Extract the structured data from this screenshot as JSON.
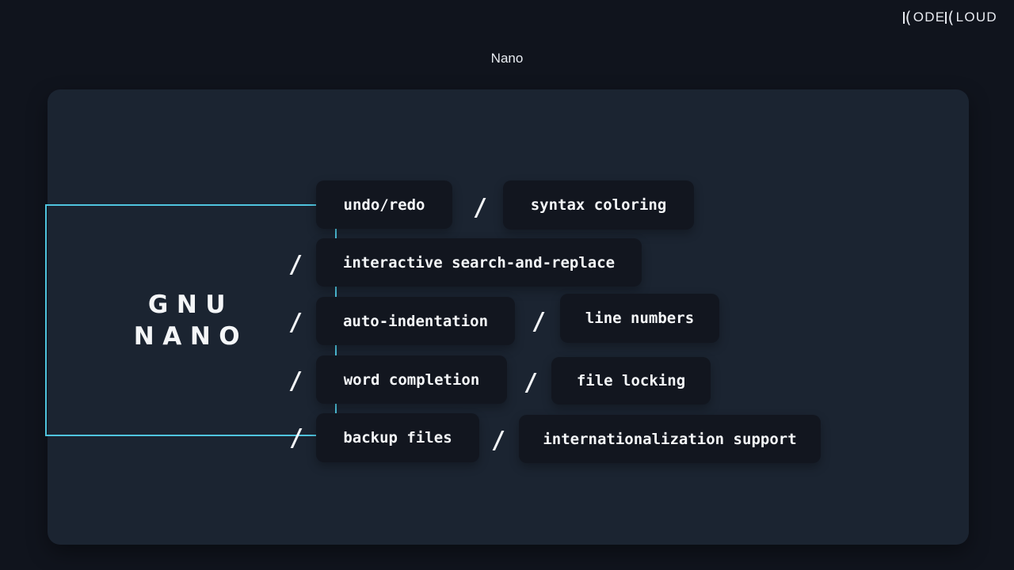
{
  "window": {
    "title": "Nano"
  },
  "brand": {
    "name": "KODEKLOUD",
    "k_glyph": "(",
    "segment1": "ODE",
    "segment2": "LOUD"
  },
  "diagram": {
    "root": {
      "line1": "GNU",
      "line2": "NANO"
    },
    "slash": "/",
    "features": {
      "undo_redo": "undo/redo",
      "syntax_coloring": "syntax coloring",
      "interactive_search": "interactive search-and-replace",
      "auto_indentation": "auto-indentation",
      "line_numbers": "line numbers",
      "word_completion": "word completion",
      "file_locking": "file locking",
      "backup_files": "backup files",
      "intl_support": "internationalization support"
    }
  },
  "colors": {
    "accent": "#4fc4de",
    "background": "#10141d",
    "panel": "#1b2431",
    "feature_box": "#12161f",
    "text": "#f4f6f8"
  }
}
